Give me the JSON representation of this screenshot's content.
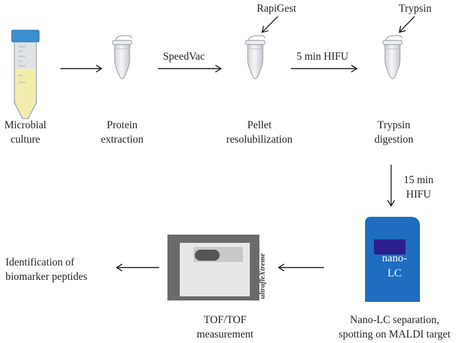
{
  "steps": {
    "microbial_culture": [
      "Microbial",
      "culture"
    ],
    "protein_extraction": [
      "Protein",
      "extraction"
    ],
    "pellet_resolubilization": [
      "Pellet",
      "resolubilization"
    ],
    "trypsin_digestion": [
      "Trypsin",
      "digestion"
    ],
    "nano_lc": [
      "Nano-LC separation,",
      "spotting on MALDI target"
    ],
    "tof": [
      "TOF/TOF",
      "measurement"
    ],
    "identification": [
      "Identification of",
      "biomarker peptides"
    ]
  },
  "arrows": {
    "speedvac": "SpeedVac",
    "hifu_5": "5 min HIFU",
    "hifu_15": [
      "15 min",
      "HIFU"
    ]
  },
  "reagents": {
    "rapigest": "RapiGest",
    "trypsin": "Trypsin"
  },
  "devices": {
    "nano_lc_label": [
      "nano-",
      "LC"
    ],
    "instrument_brand": "ultrafleXtreme"
  },
  "colors": {
    "culture_cap": "#3b8fd1",
    "culture_liquid": "#f2ecae",
    "nano_lc_body": "#1e6dc0",
    "nano_lc_window": "#2a1f8c",
    "instrument_frame": "#6b6b6b"
  }
}
